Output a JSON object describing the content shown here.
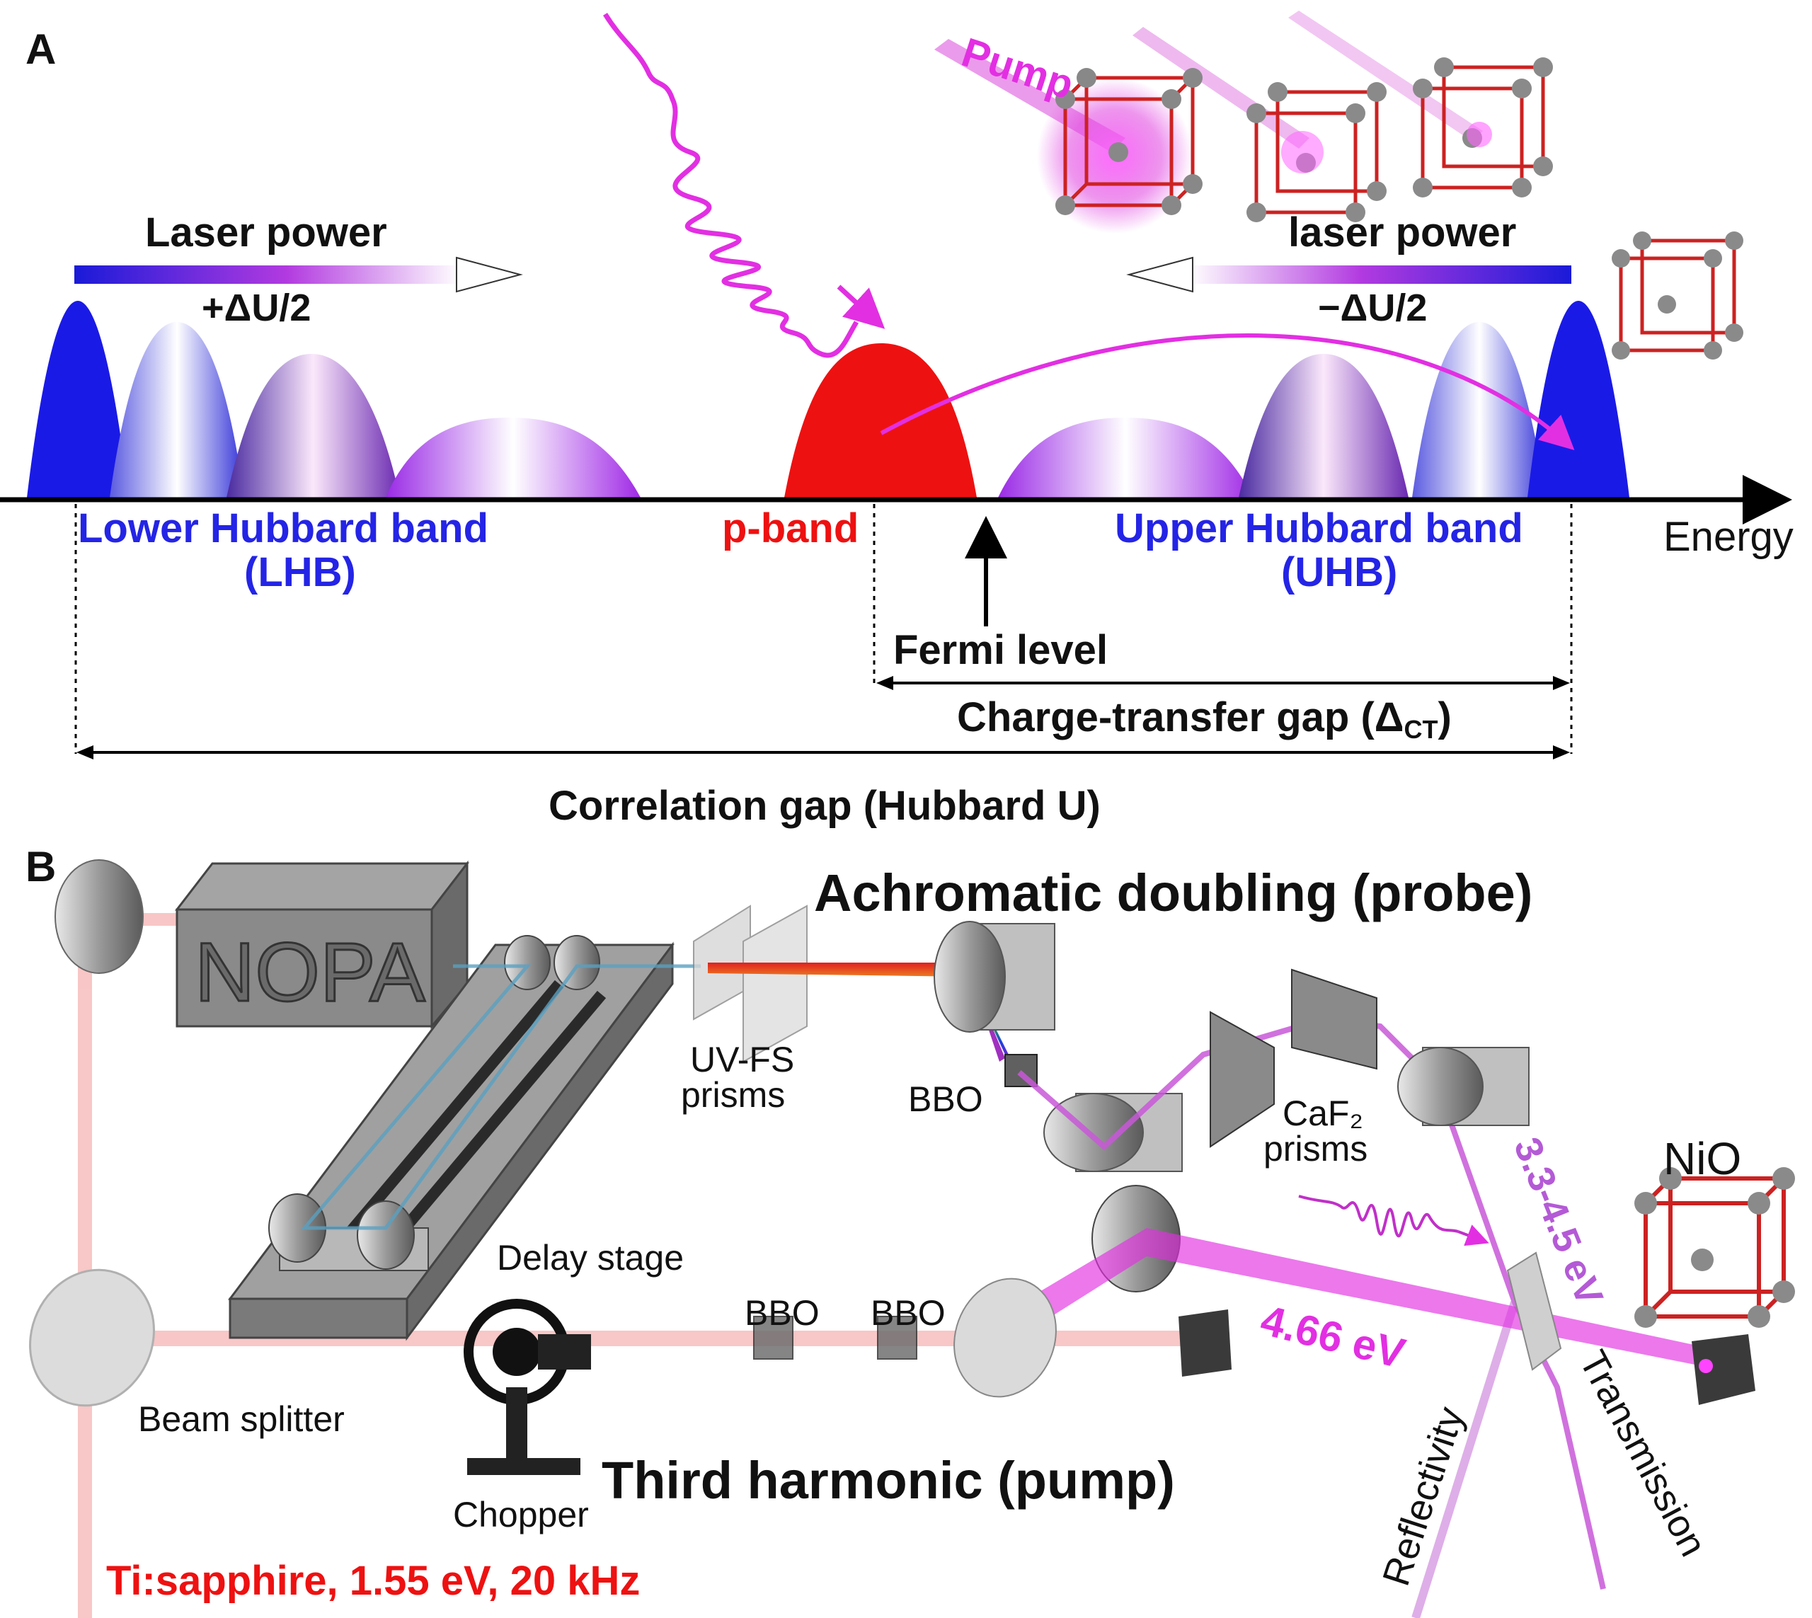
{
  "panel_a": {
    "label": "A",
    "laser_power_left": "Laser power",
    "delta_left": "+ΔU/2",
    "laser_power_right": "laser power",
    "delta_right": "−ΔU/2",
    "pump": "Pump",
    "lhb_line1": "Lower Hubbard band",
    "lhb_line2": "(LHB)",
    "pband": "p-band",
    "uhb_line1": "Upper Hubbard band",
    "uhb_line2": "(UHB)",
    "energy_axis": "Energy",
    "fermi_level": "Fermi level",
    "ct_gap": "Charge-transfer gap (Δ",
    "ct_gap_sub": "CT",
    "ct_gap_close": ")",
    "correlation_gap": "Correlation gap (Hubbard U)"
  },
  "panel_b": {
    "label": "B",
    "nopa": "NOPA",
    "achromatic": "Achromatic doubling (probe)",
    "uvfs_line1": "UV-FS",
    "uvfs_line2": "prisms",
    "bbo_probe": "BBO",
    "caf2_line1": "CaF₂",
    "caf2_line2": "prisms",
    "nio": "NiO",
    "probe_energy": "3.3-4.5 eV",
    "delay_stage": "Delay stage",
    "bbo1": "BBO",
    "bbo2": "BBO",
    "pump_energy": "4.66 eV",
    "beam_splitter": "Beam splitter",
    "third_harmonic": "Third harmonic (pump)",
    "chopper": "Chopper",
    "reflectivity": "Reflectivity",
    "transmission": "Transmission",
    "ti_sapphire": "Ti:sapphire, 1.55 eV, 20 kHz"
  },
  "colors": {
    "lhb_uhb_blue": "#2424e6",
    "pband_red": "#ee1111",
    "pump_magenta": "#e22fe2",
    "probe_lavender": "#b45ad6",
    "laser_red": "#f4a0a0"
  }
}
